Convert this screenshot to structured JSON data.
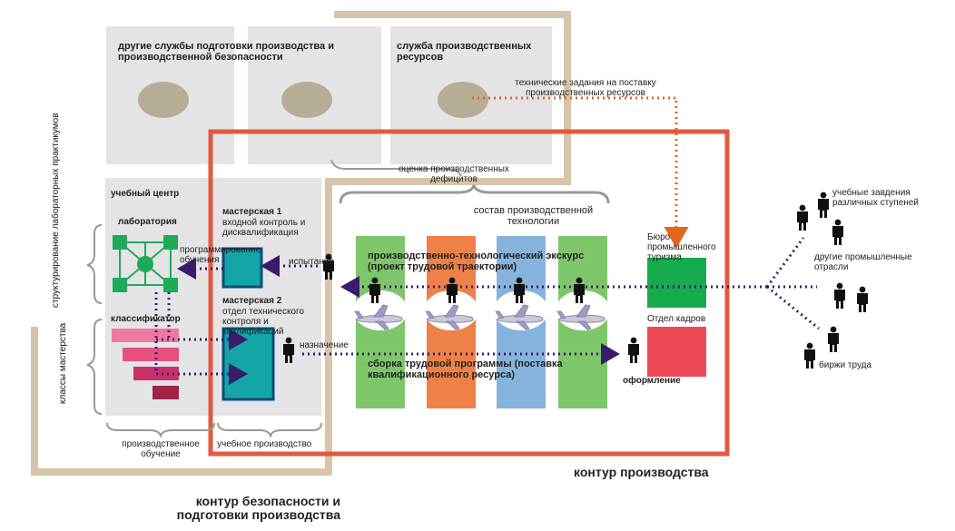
{
  "colors": {
    "security_contour": "#d8c4aa",
    "production_contour": "#e2593f",
    "panel_gray": "#e4e4e6",
    "oval": "#b5ad95",
    "lab_green": "#1faa5a",
    "teal": "#14a6a6",
    "dotted_purple": "#3a1b6e",
    "dotted_orange": "#e4661e",
    "col_green": "#7ec66a",
    "col_orange": "#ee8147",
    "col_blue": "#86b3db",
    "bureau_green": "#16ab4d",
    "hr_red": "#ee4a55",
    "person": "#111111"
  },
  "top_services": {
    "other_services": "другие службы подготовки производства и производственной безопасности",
    "resource_service": "служба производственных ресурсов"
  },
  "tech_tasks": "технические задания на поставку производственных ресурсов",
  "deficit_estimate": "оценка производственных дефицитов",
  "training_center": {
    "title": "учебный центр",
    "laboratory": "лаборатория",
    "classifier": "классификатор"
  },
  "workshop1": {
    "title": "мастерская 1",
    "desc": "входной контроль и дисквалификация"
  },
  "workshop2": {
    "title": "мастерская 2",
    "desc": "отдел технического контроля и квалификаций"
  },
  "programming": "программирование обучения",
  "testing": "испытание",
  "assignment": "назначение",
  "tech_composition": "состав производственной технологии",
  "excursion": "производственно-технологический экскурс (проект трудовой траектории)",
  "program_assembly": "сборка трудовой программы (поставка квалификационного ресурса)",
  "bureau": "Бюро промышленного туризма",
  "hr": "Отдел кадров",
  "registration": "оформление",
  "sources": {
    "schools": "учебные завдения различных ступеней",
    "industries": "другие промышленные отрасли",
    "exchanges": "биржи труда"
  },
  "side": {
    "structuring": "структурирование лабораторных практикумов",
    "classes": "классы мастерства"
  },
  "bottom": {
    "prod_training": "производственное обучение",
    "edu_production": "учебное производство"
  },
  "contours": {
    "production": "контур производства",
    "security": "контур безопасности и подготовки производства"
  }
}
